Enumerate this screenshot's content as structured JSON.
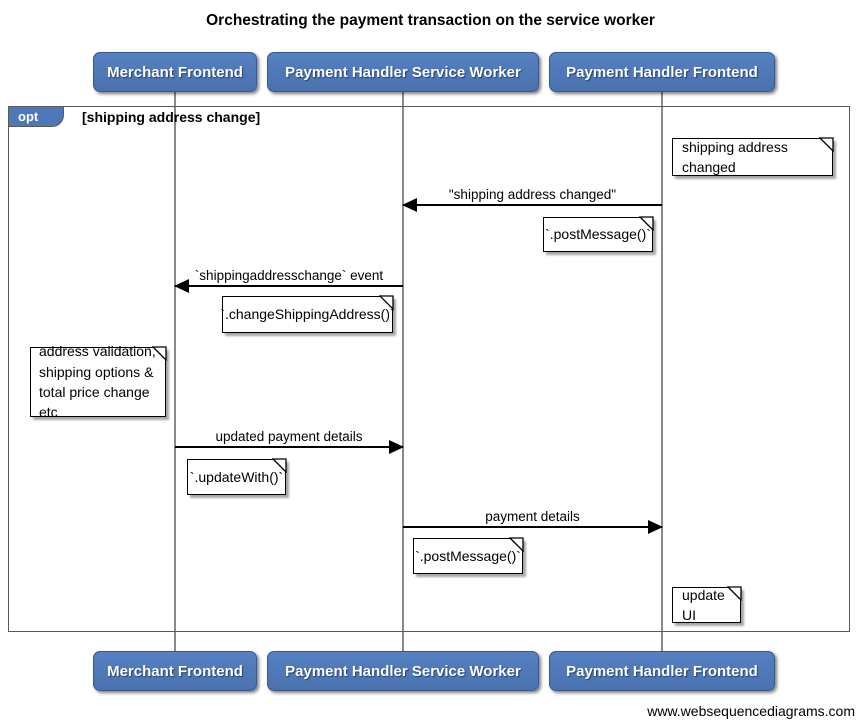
{
  "title": "Orchestrating the payment transaction on the service worker",
  "footer": "www.websequencediagrams.com",
  "colors": {
    "actor_fill": "#4d78b8",
    "actor_border": "#38598c",
    "frame_border": "#595959",
    "lifeline": "#8a8a8a",
    "arrow": "#000000",
    "note_bg": "#ffffff",
    "note_border": "#000000"
  },
  "actors": [
    {
      "id": "merchant-frontend",
      "label": "Merchant Frontend"
    },
    {
      "id": "payment-handler-service-worker",
      "label": "Payment Handler Service Worker"
    },
    {
      "id": "payment-handler-frontend",
      "label": "Payment Handler Frontend"
    }
  ],
  "opt_frame": {
    "operator": "opt",
    "condition": "[shipping address change]"
  },
  "messages": [
    {
      "label": "\"shipping address changed\"",
      "from": "Payment Handler Frontend",
      "to": "Payment Handler Service Worker",
      "direction": "left"
    },
    {
      "label": "`shippingaddresschange` event",
      "from": "Payment Handler Service Worker",
      "to": "Merchant Frontend",
      "direction": "left"
    },
    {
      "label": "updated payment details",
      "from": "Merchant Frontend",
      "to": "Payment Handler Service Worker",
      "direction": "right"
    },
    {
      "label": "payment details",
      "from": "Payment Handler Service Worker",
      "to": "Payment Handler Frontend",
      "direction": "right"
    }
  ],
  "notes": [
    {
      "text": "shipping address changed",
      "position": "right of Payment Handler Frontend"
    },
    {
      "text": "`.postMessage()`",
      "position": "left of Payment Handler Frontend"
    },
    {
      "text": "`.changeShippingAddress()`",
      "position": "left of Payment Handler Service Worker"
    },
    {
      "text": "address validation,\nshipping options &\ntotal price change etc",
      "position": "left of Merchant Frontend"
    },
    {
      "text": "`.updateWith()`",
      "position": "right of Merchant Frontend"
    },
    {
      "text": "`.postMessage()`",
      "position": "right of Payment Handler Service Worker"
    },
    {
      "text": "update UI",
      "position": "right of Payment Handler Frontend"
    }
  ]
}
